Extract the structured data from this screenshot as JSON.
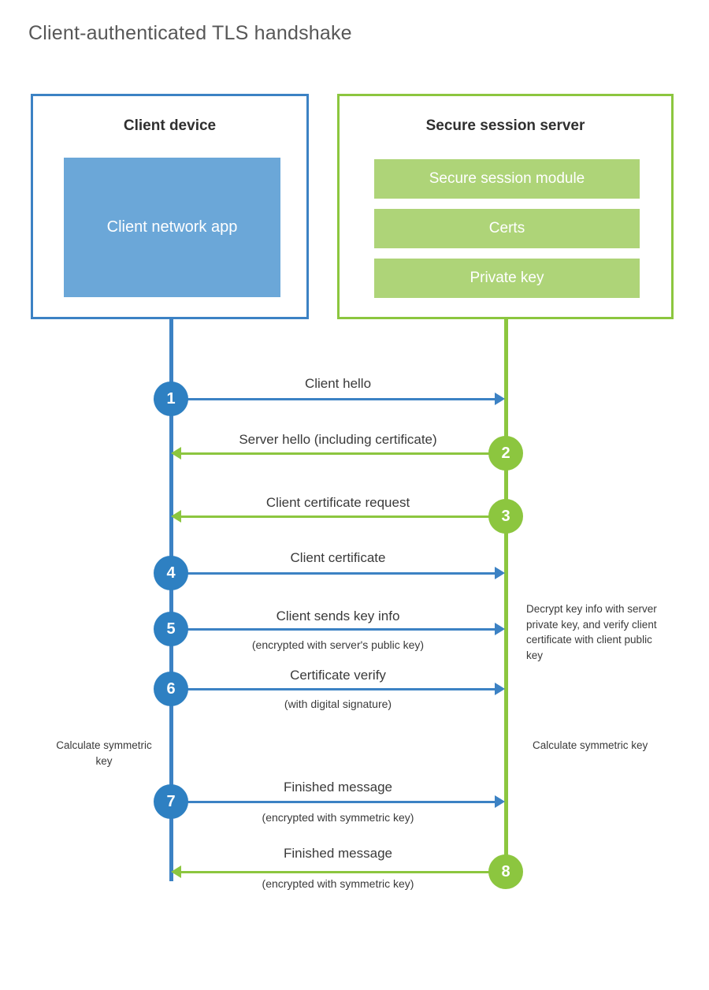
{
  "title": "Client-authenticated TLS handshake",
  "colors": {
    "client_blue": "#3c82c4",
    "client_circle_blue": "#2e80c2",
    "client_app_fill": "#6ba7d8",
    "server_green": "#8cc63f",
    "server_block_fill": "#aed478",
    "text_dark": "#3a3a3a",
    "title_gray": "#575757"
  },
  "participants": {
    "client": {
      "title": "Client device",
      "blocks": [
        {
          "label": "Client network app"
        }
      ]
    },
    "server": {
      "title": "Secure session server",
      "blocks": [
        {
          "label": "Secure session module"
        },
        {
          "label": "Certs"
        },
        {
          "label": "Private key"
        }
      ]
    }
  },
  "steps": [
    {
      "number": "1",
      "label": "Client hello",
      "sublabel": "",
      "direction": "client-to-server",
      "origin": "client"
    },
    {
      "number": "2",
      "label": "Server hello (including certificate)",
      "sublabel": "",
      "direction": "server-to-client",
      "origin": "server"
    },
    {
      "number": "3",
      "label": "Client certificate request",
      "sublabel": "",
      "direction": "server-to-client",
      "origin": "server"
    },
    {
      "number": "4",
      "label": "Client certificate",
      "sublabel": "",
      "direction": "client-to-server",
      "origin": "client"
    },
    {
      "number": "5",
      "label": "Client sends key info",
      "sublabel": "(encrypted with server's public key)",
      "direction": "client-to-server",
      "origin": "client"
    },
    {
      "number": "6",
      "label": "Certificate verify",
      "sublabel": "(with digital signature)",
      "direction": "client-to-server",
      "origin": "client"
    },
    {
      "number": "7",
      "label": "Finished message",
      "sublabel": "(encrypted with symmetric key)",
      "direction": "client-to-server",
      "origin": "client"
    },
    {
      "number": "8",
      "label": "Finished message",
      "sublabel": "(encrypted with symmetric key)",
      "direction": "server-to-client",
      "origin": "server"
    }
  ],
  "annotations": {
    "server_decrypt": "Decrypt key info with server private key, and verify client certificate with client public key",
    "client_calculate": "Calculate symmetric key",
    "server_calculate": "Calculate symmetric key"
  }
}
